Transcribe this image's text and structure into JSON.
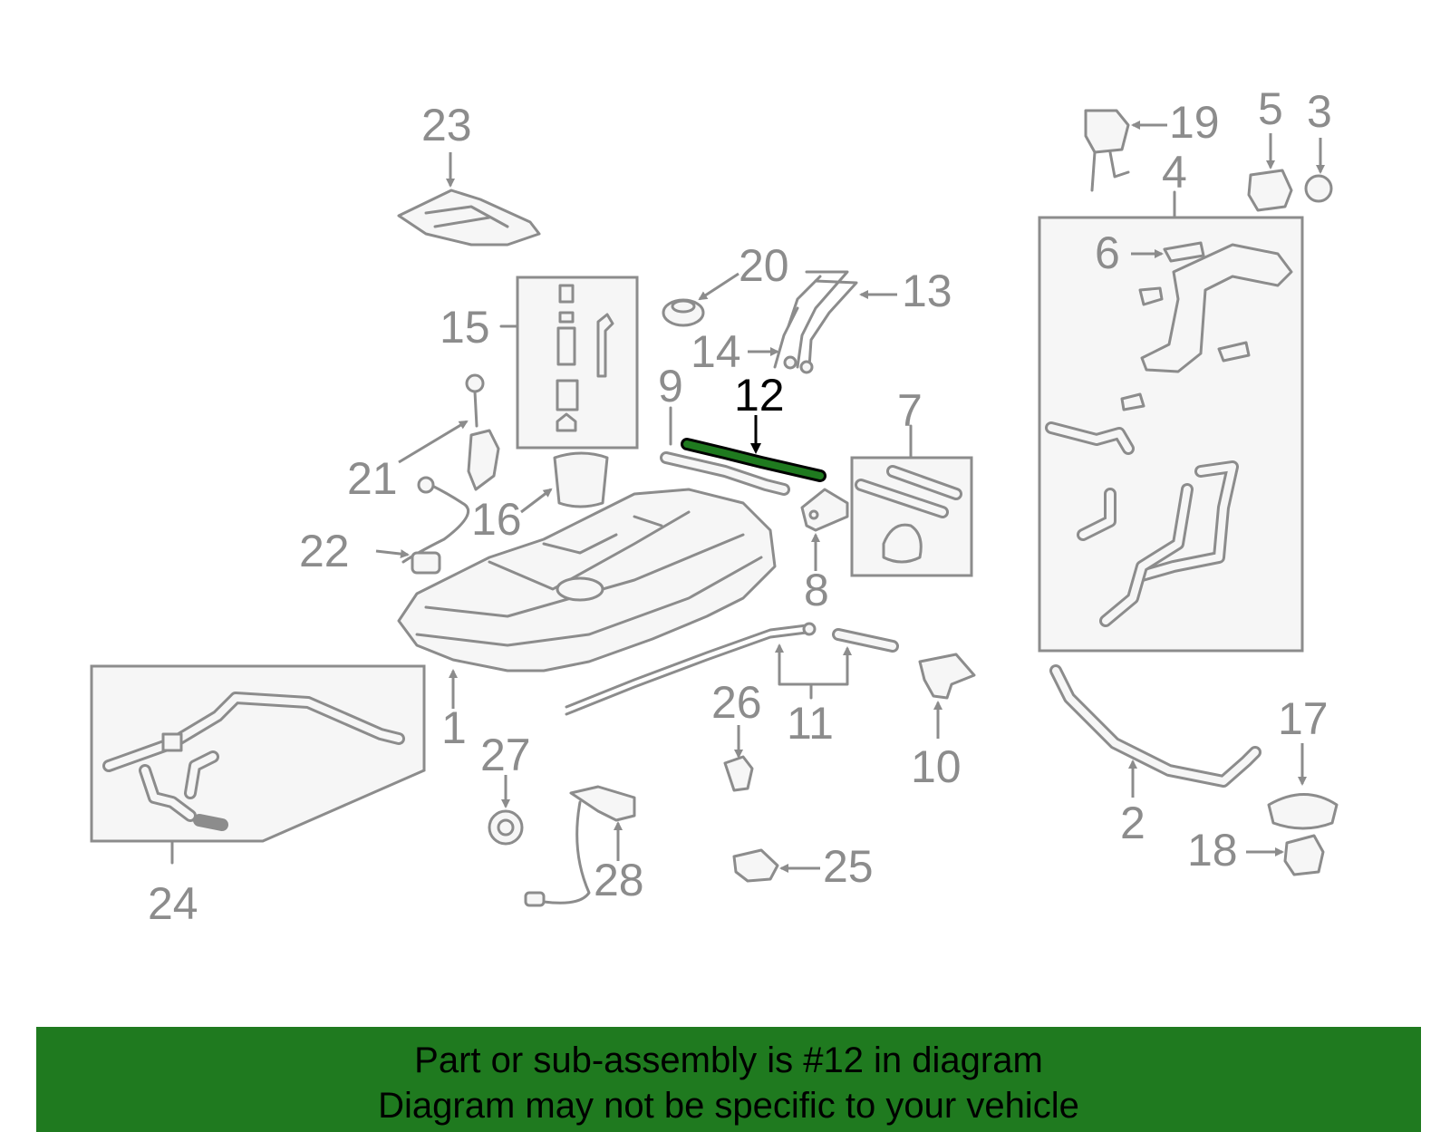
{
  "labels": {
    "l1": "1",
    "l2": "2",
    "l3": "3",
    "l4": "4",
    "l5": "5",
    "l6": "6",
    "l7": "7",
    "l8": "8",
    "l9": "9",
    "l10": "10",
    "l11": "11",
    "l12": "12",
    "l13": "13",
    "l14": "14",
    "l15": "15",
    "l16": "16",
    "l17": "17",
    "l18": "18",
    "l19": "19",
    "l20": "20",
    "l21": "21",
    "l22": "22",
    "l23": "23",
    "l24": "24",
    "l25": "25",
    "l26": "26",
    "l27": "27",
    "l28": "28"
  },
  "highlight": {
    "part_number": "12",
    "color": "#1f7a1f"
  },
  "colors": {
    "line_gray": "#8c8c8c",
    "banner_green": "#1f7a1f",
    "highlight_label": "#000000"
  },
  "banner": {
    "line1": "Part or sub-assembly is #12 in diagram",
    "line2": "Diagram may not be specific to your vehicle"
  }
}
